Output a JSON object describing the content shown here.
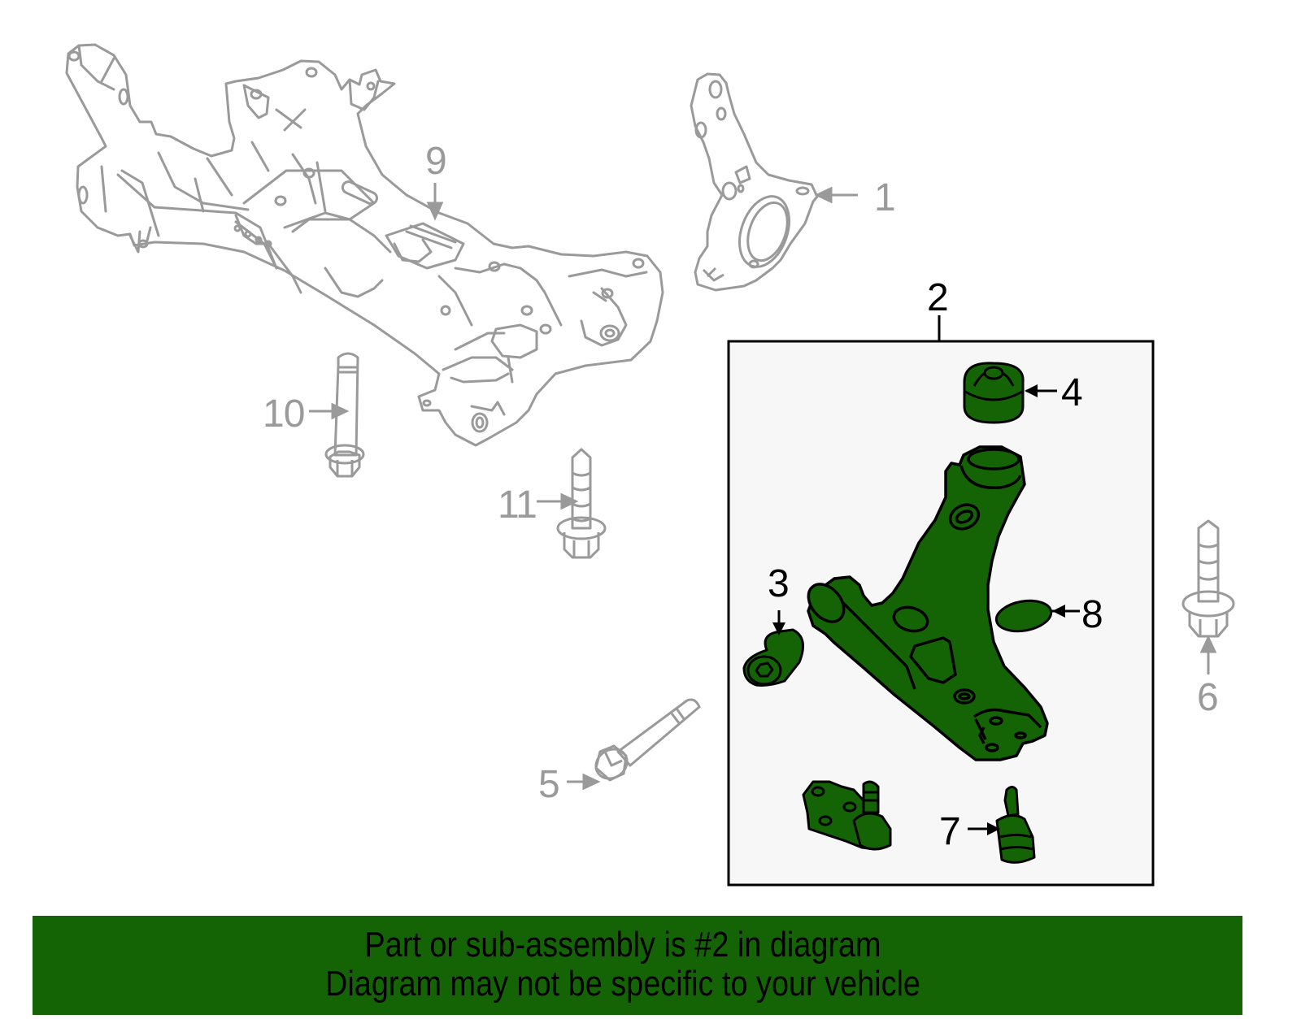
{
  "diagram": {
    "title_callout": "2",
    "highlight_color": "#146406",
    "outline_color_context": "#9a9a9a",
    "box_background": "#f7f7f7",
    "callouts": [
      {
        "id": "1",
        "label": "1",
        "part": "steering-knuckle",
        "highlighted": false
      },
      {
        "id": "2",
        "label": "2",
        "part": "lower-control-arm-assembly",
        "highlighted": true
      },
      {
        "id": "3",
        "label": "3",
        "part": "front-bushing",
        "highlighted": true
      },
      {
        "id": "4",
        "label": "4",
        "part": "rear-bushing",
        "highlighted": true
      },
      {
        "id": "5",
        "label": "5",
        "part": "bolt",
        "highlighted": false
      },
      {
        "id": "6",
        "label": "6",
        "part": "bolt",
        "highlighted": false
      },
      {
        "id": "7",
        "label": "7",
        "part": "ball-joint",
        "highlighted": true
      },
      {
        "id": "8",
        "label": "8",
        "part": "plug",
        "highlighted": true
      },
      {
        "id": "9",
        "label": "9",
        "part": "crossmember",
        "highlighted": false
      },
      {
        "id": "10",
        "label": "10",
        "part": "bolt",
        "highlighted": false
      },
      {
        "id": "11",
        "label": "11",
        "part": "bolt",
        "highlighted": false
      }
    ]
  },
  "banner": {
    "line1": "Part or sub-assembly is #2 in diagram",
    "line2": "Diagram may not be specific to your vehicle",
    "background": "#146406"
  }
}
